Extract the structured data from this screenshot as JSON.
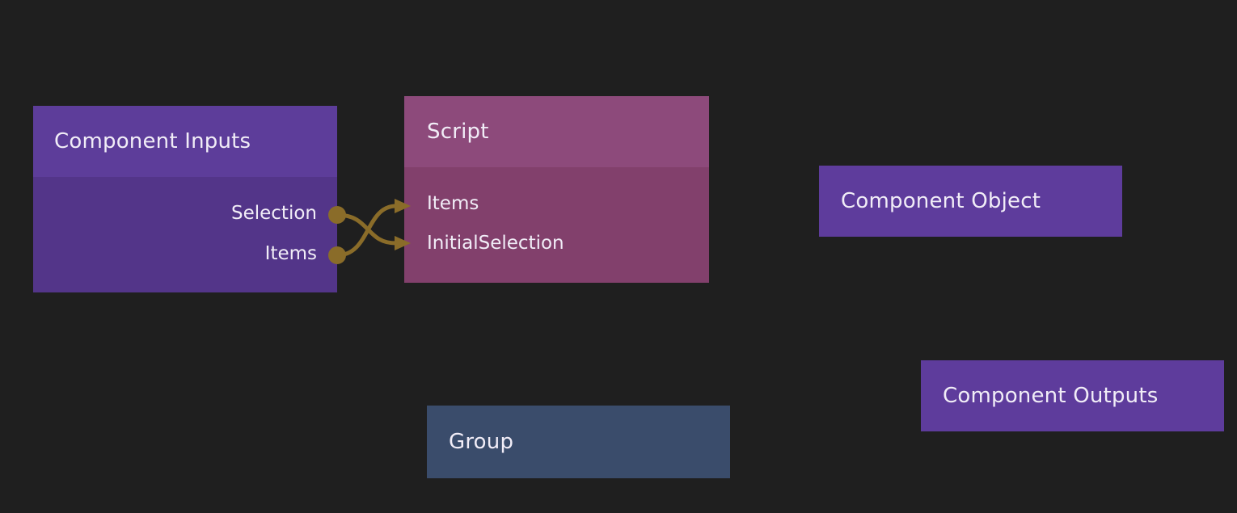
{
  "canvas": {
    "background_color": "#1f1f1f",
    "wire_color": "#8a6c29"
  },
  "nodes": {
    "component_inputs": {
      "title": "Component Inputs",
      "header_color": "#5d3d9a",
      "body_color": "#533589",
      "outputs": [
        {
          "label": "Selection"
        },
        {
          "label": "Items"
        }
      ]
    },
    "script": {
      "title": "Script",
      "header_color": "#8d4a7b",
      "body_color": "#82406c",
      "inputs": [
        {
          "label": "Items"
        },
        {
          "label": "InitialSelection"
        }
      ]
    },
    "component_object": {
      "title": "Component Object",
      "color": "#5e3c9c"
    },
    "component_outputs": {
      "title": "Component Outputs",
      "color": "#5e3c9c"
    },
    "group": {
      "title": "Group",
      "color": "#3a4c6b"
    }
  },
  "connections": [
    {
      "from": "Component Inputs.Selection",
      "to": "Script.InitialSelection"
    },
    {
      "from": "Component Inputs.Items",
      "to": "Script.Items"
    }
  ]
}
